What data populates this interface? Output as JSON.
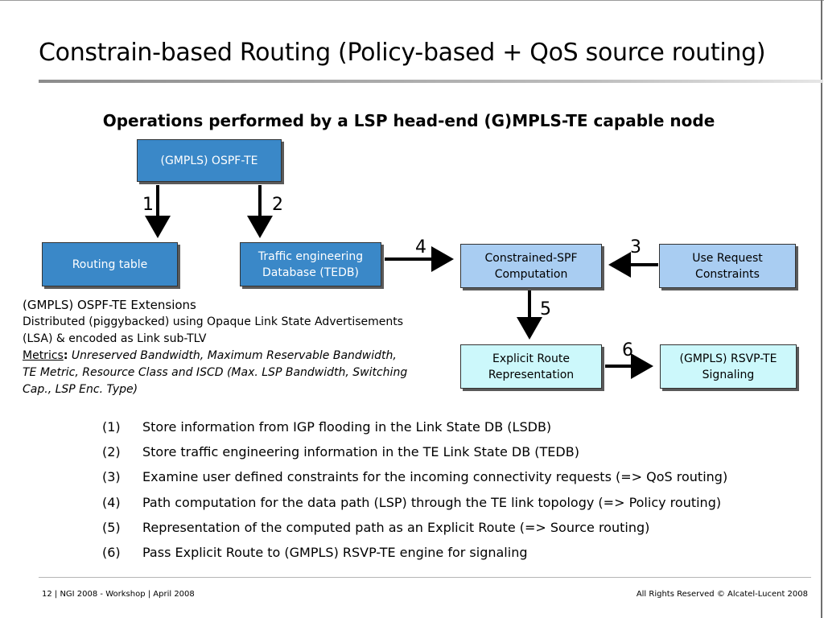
{
  "title": "Constrain-based Routing (Policy-based + QoS source routing)",
  "subtitle": "Operations performed by a LSP head-end (G)MPLS-TE capable node",
  "boxes": {
    "ospf_te": "(GMPLS) OSPF-TE",
    "routing_table": "Routing table",
    "tedb": "Traffic engineering\nDatabase (TEDB)",
    "cspf": "Constrained-SPF\nComputation",
    "user_req": "Use Request\nConstraints",
    "ero": "Explicit Route\nRepresentation",
    "rsvp_te": "(GMPLS) RSVP-TE\nSignaling"
  },
  "arrow_labels": {
    "a1": "1",
    "a2": "2",
    "a3": "3",
    "a4": "4",
    "a5": "5",
    "a6": "6"
  },
  "extensions": {
    "heading": "(GMPLS) OSPF-TE Extensions",
    "text": "Distributed (piggybacked) using Opaque Link State Advertisements (LSA) & encoded as Link sub-TLV",
    "metrics_label": "Metrics",
    "metrics_sep": ":",
    "metrics_text": " Unreserved Bandwidth, Maximum Reservable Bandwidth, TE Metric, Resource Class and ISCD (Max. LSP Bandwidth, Switching Cap., LSP Enc. Type)"
  },
  "steps": [
    {
      "num": "(1)",
      "text": "Store information from IGP flooding in the Link State DB (LSDB)"
    },
    {
      "num": "(2)",
      "text": "Store traffic engineering information in the TE Link State DB (TEDB)"
    },
    {
      "num": "(3)",
      "text": "Examine user defined constraints for the incoming connectivity requests (=> QoS routing)"
    },
    {
      "num": "(4)",
      "text": "Path computation for the data path (LSP) through the TE link topology (=> Policy routing)"
    },
    {
      "num": "(5)",
      "text": "Representation of the computed path as an Explicit Route (=> Source routing)"
    },
    {
      "num": "(6)",
      "text": "Pass Explicit Route to (GMPLS) RSVP-TE engine for signaling"
    }
  ],
  "footer": {
    "left": "12 | NGI 2008 - Workshop  | April 2008",
    "right": "All Rights Reserved © Alcatel-Lucent 2008"
  },
  "colors": {
    "dark_box": "#3a88c8",
    "light_box": "#a9cdf2",
    "cyan_box": "#ccf8fb"
  }
}
